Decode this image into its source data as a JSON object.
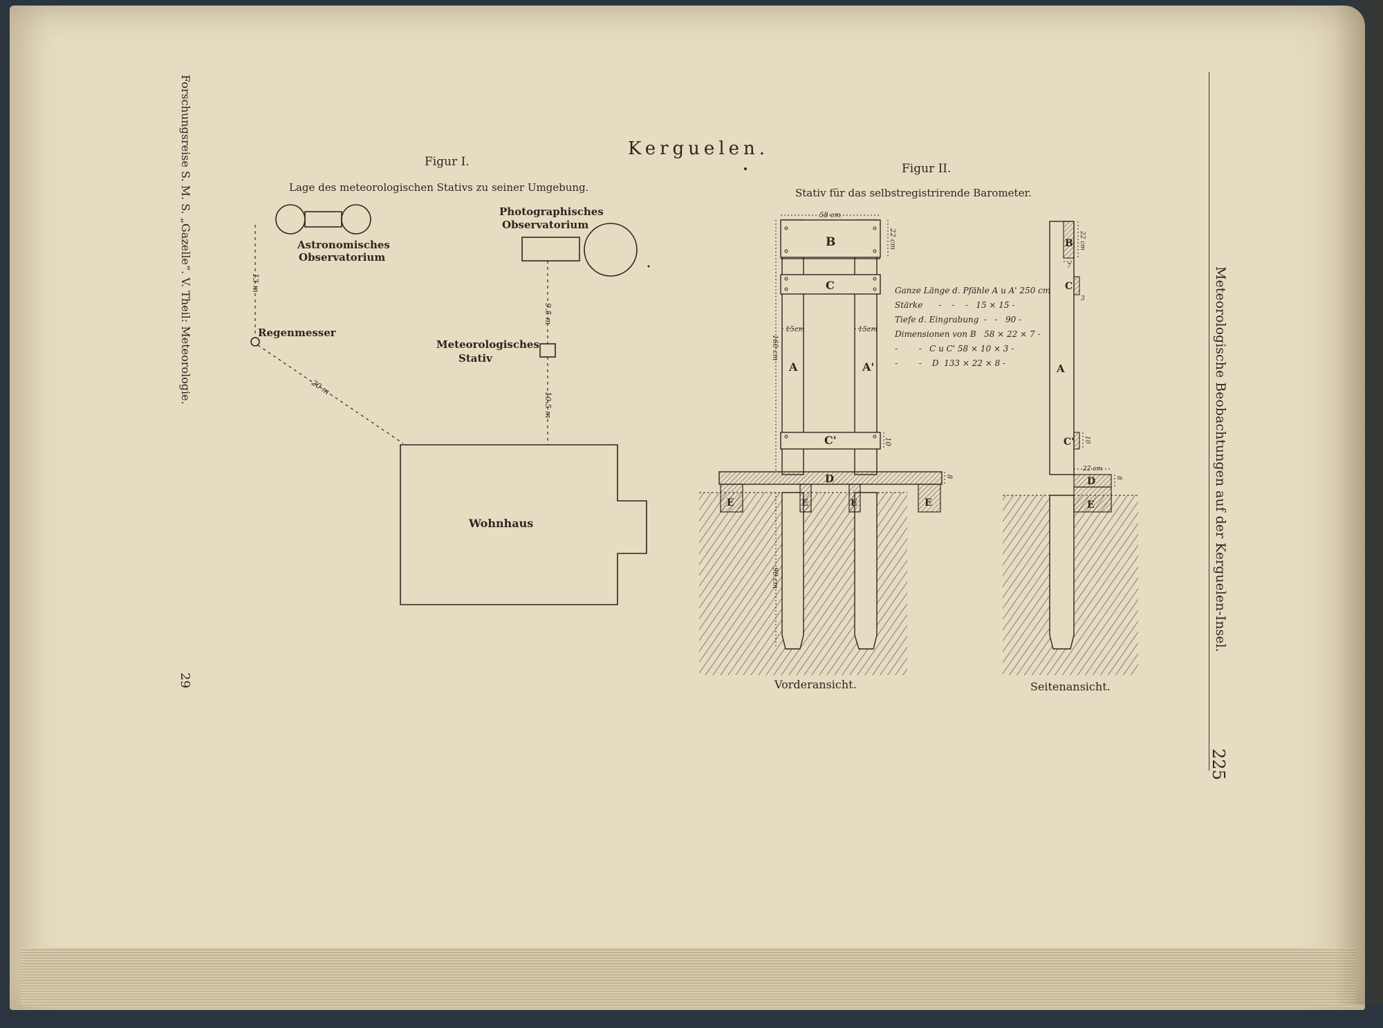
{
  "page": {
    "header_title": "Kerguelen.",
    "page_number_right": "225",
    "running_head_right": "Meteorologische Beobachtungen auf der Kerguelen-Insel.",
    "running_head_left": "Forschungsreise S. M. S. „Gazelle“. V. Theil: Meteorologie.",
    "page_number_left": "29"
  },
  "figure1": {
    "label": "Figur I.",
    "caption": "Lage des meteorologischen Stativs zu seiner Umgebung.",
    "buildings": {
      "astro_line1": "Astronomisches",
      "astro_line2": "Observatorium",
      "photo_line1": "Photographisches",
      "photo_line2": "Observatorium",
      "stativ_line1": "Meteorologisches",
      "stativ_line2": "Stativ",
      "rain": "Regenmesser",
      "house": "Wohnhaus"
    },
    "distances": {
      "d1": "13 m",
      "d2": "9.5 m",
      "d3": "10.5 m",
      "d4": "20 m"
    }
  },
  "figure2": {
    "label": "Figur II.",
    "caption": "Stativ für das selbstregistrirende Barometer.",
    "front_view": "Vorderansicht.",
    "side_view": "Seitenansicht.",
    "parts": {
      "A": "A",
      "A2": "A'",
      "B": "B",
      "C": "C",
      "C2": "C'",
      "D": "D",
      "E": "E"
    },
    "dims": {
      "width_top": "58 cm",
      "b_height": "22 cm",
      "post_w_left": "15cm",
      "post_w_right": "15cm",
      "post_len": "160 cm",
      "depth": "90 cm",
      "c2_h": "10",
      "d_h": "8",
      "side_top": "22 cm",
      "side_b": "7",
      "side_c": "3",
      "side_c2": "10",
      "side_d_w": "22 cm",
      "side_d_h": "8"
    },
    "specs": [
      "Ganze Länge d. Pfähle A u A' 250 cm",
      "Stärke      -    -    -   15 × 15 -",
      "Tiefe d. Eingrabung  -   -   90 -",
      "Dimensionen von B   58 × 22 × 7 -",
      "-        -   C u C' 58 × 10 × 3 -",
      "-        -    D  133 × 22 × 8 -"
    ]
  },
  "colors": {
    "paper": "#e6dcc2",
    "ink": "#2b2620",
    "cover": "#2a3540"
  }
}
